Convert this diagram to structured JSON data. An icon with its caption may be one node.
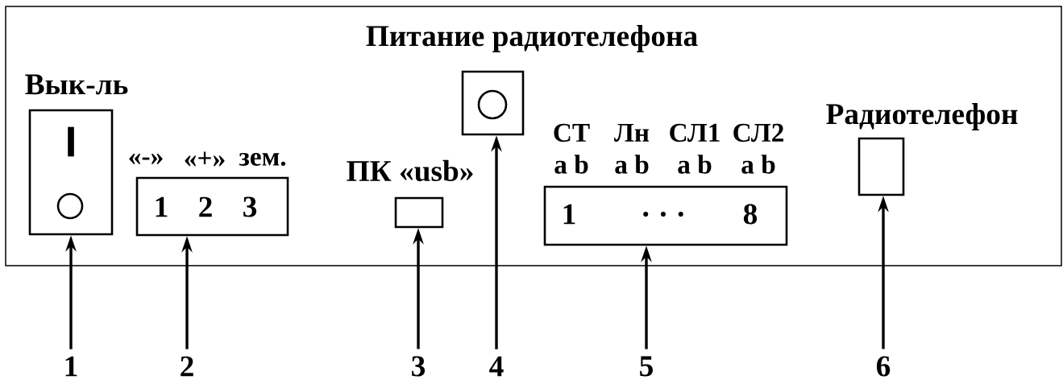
{
  "diagram": {
    "nodes": [
      {
        "text": [],
        "shape": "box"
      },
      {
        "text": [
          "Вык-ль",
          "I"
        ],
        "in": 0
      },
      {
        "text": [
          "«-»",
          "«+»",
          "зем.",
          "1",
          "2",
          "3"
        ],
        "in": 0
      },
      {
        "text": [
          "ПК «usb»"
        ],
        "in": 0
      },
      {
        "text": [
          "Питание радиотелефона"
        ],
        "in": 0
      },
      {
        "text": [
          "СТ",
          "Лн",
          "СЛ1",
          "СЛ2",
          "a b",
          "a b",
          "a b",
          "a b",
          "1",
          ". . .",
          "8"
        ],
        "in": 0
      },
      {
        "text": [
          "Радиотелефон"
        ],
        "in": 0
      },
      {
        "text": [
          "1"
        ]
      },
      {
        "text": [
          "2"
        ]
      },
      {
        "text": [
          "3"
        ]
      },
      {
        "text": [
          "4"
        ]
      },
      {
        "text": [
          "5"
        ]
      },
      {
        "text": [
          "6"
        ]
      }
    ],
    "edges": [
      {
        "from": 7,
        "to": 1,
        "arrow": "to"
      },
      {
        "from": 8,
        "to": 2,
        "arrow": "to"
      },
      {
        "from": 9,
        "to": 3,
        "arrow": "to"
      },
      {
        "from": 10,
        "to": 4,
        "arrow": "to"
      },
      {
        "from": 11,
        "to": 5,
        "arrow": "to"
      },
      {
        "from": 12,
        "to": 6,
        "arrow": "to"
      }
    ]
  }
}
